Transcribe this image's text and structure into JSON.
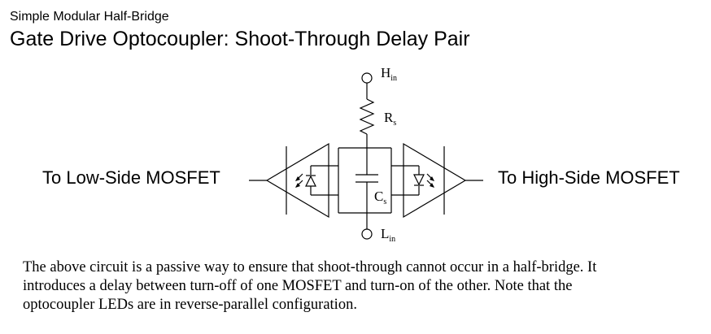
{
  "header": {
    "subtitle": "Simple Modular Half-Bridge",
    "title": "Gate Drive Optocoupler: Shoot-Through Delay Pair"
  },
  "diagram": {
    "left_label": "To Low-Side MOSFET",
    "right_label": "To High-Side MOSFET",
    "terminal_top": {
      "main": "H",
      "sub": "in"
    },
    "terminal_bottom": {
      "main": "L",
      "sub": "in"
    },
    "resistor": {
      "main": "R",
      "sub": "s"
    },
    "capacitor": {
      "main": "C",
      "sub": "s"
    }
  },
  "caption": {
    "lines": [
      "The above circuit is a passive way to ensure that shoot-through cannot occur in a half-bridge. It",
      "introduces a delay between turn-off of one MOSFET and turn-on of the other. Note that the",
      "optocoupler LEDs are in reverse-parallel configuration."
    ]
  }
}
